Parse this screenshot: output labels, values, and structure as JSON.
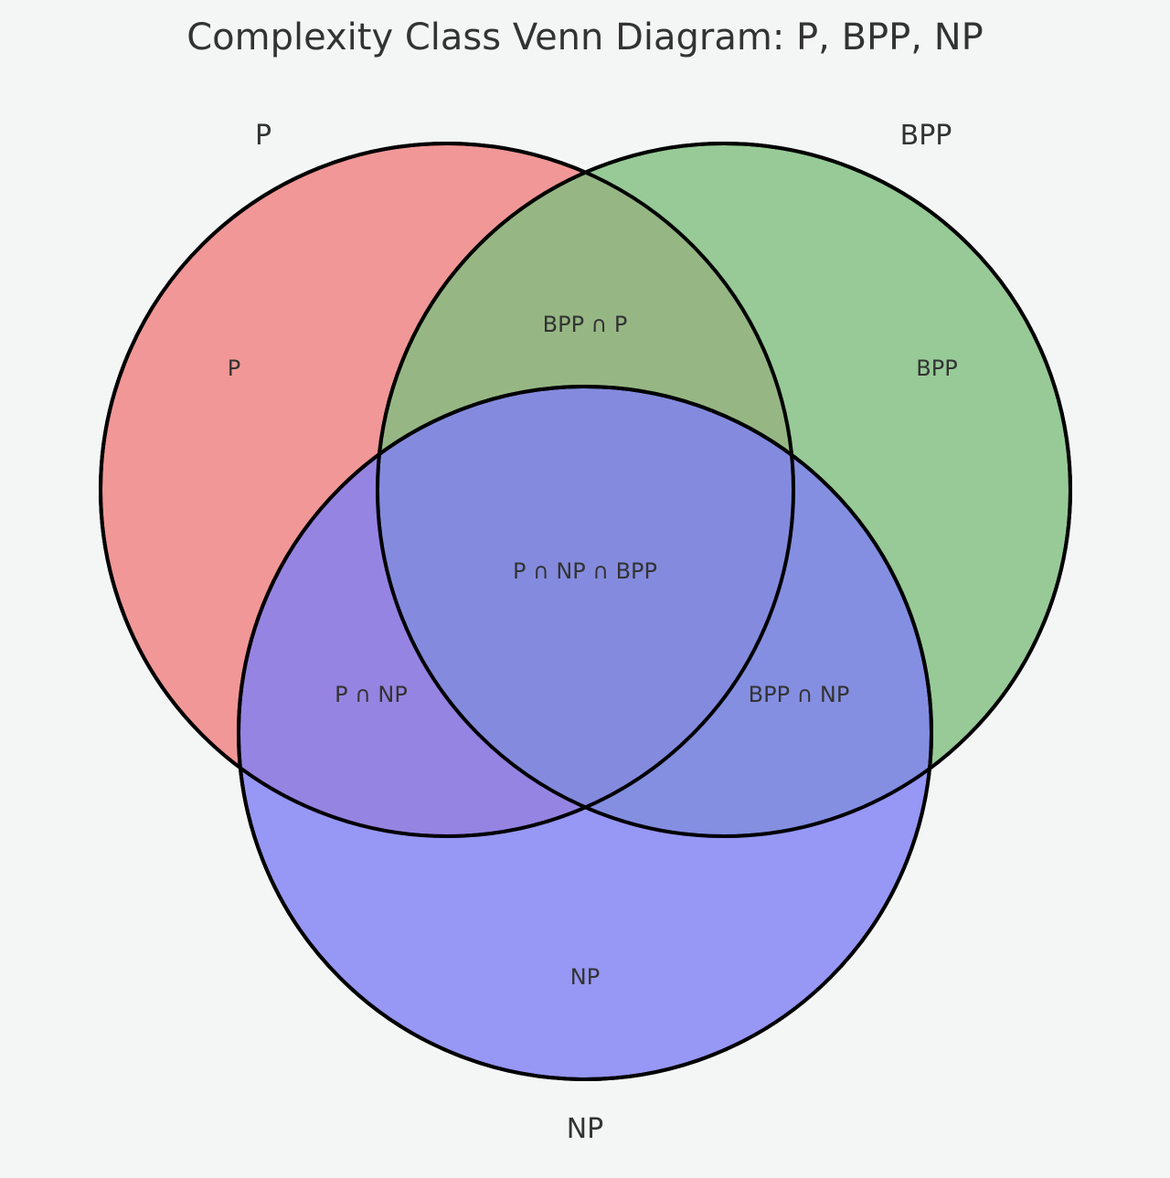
{
  "title": "Complexity Class Venn Diagram: P, BPP, NP",
  "sets": [
    {
      "id": "P",
      "label": "P",
      "color": "#f08080"
    },
    {
      "id": "BPP",
      "label": "BPP",
      "color": "#7fbf7f"
    },
    {
      "id": "NP",
      "label": "NP",
      "color": "#7f7ff5"
    }
  ],
  "regions": {
    "p_only": "P",
    "bpp_only": "BPP",
    "np_only": "NP",
    "bpp_and_p": "BPP ∩ P",
    "p_and_np": "P ∩ NP",
    "bpp_and_np": "BPP ∩ NP",
    "all_three": "P ∩ NP ∩ BPP"
  }
}
